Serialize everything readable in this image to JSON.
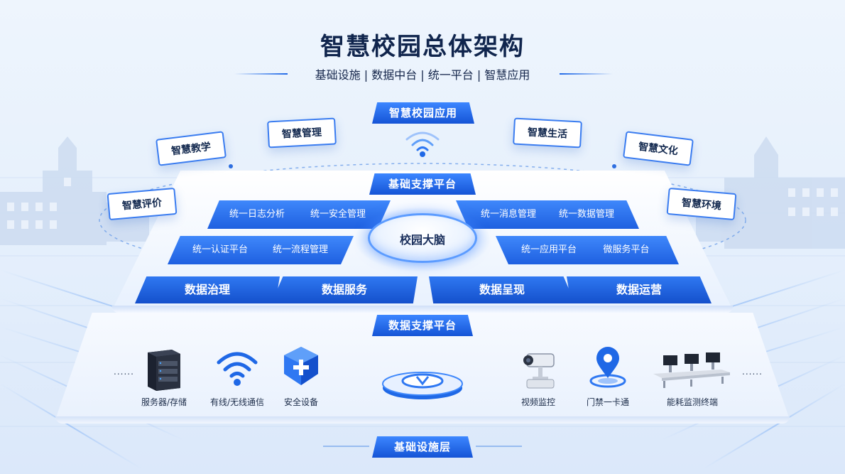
{
  "header": {
    "title": "智慧校园总体架构",
    "subtitle": "基础设施 | 数据中台 | 统一平台 | 智慧应用"
  },
  "layers": {
    "application": "智慧校园应用",
    "basic_support": "基础支撑平台",
    "data_support": "数据支撑平台",
    "infrastructure": "基础设施层"
  },
  "applications": [
    "智慧评价",
    "智慧教学",
    "智慧管理",
    "智慧生活",
    "智慧文化",
    "智慧环境"
  ],
  "modules": {
    "row1": [
      "统一日志分析",
      "统一安全管理",
      "统一消息管理",
      "统一数据管理"
    ],
    "row2": [
      "统一认证平台",
      "统一流程管理",
      "统一应用平台",
      "微服务平台"
    ]
  },
  "brain": "校园大脑",
  "data_modules": [
    "数据治理",
    "数据服务",
    "数据呈现",
    "数据运营"
  ],
  "devices": [
    "服务器/存储",
    "有线/无线通信",
    "安全设备",
    "视频监控",
    "门禁一卡通",
    "能耗监测终端"
  ],
  "ellipsis": "......",
  "colors": {
    "accent": "#1f68e6",
    "accent_dark": "#1450cc",
    "card_border": "#3a7cf0"
  }
}
